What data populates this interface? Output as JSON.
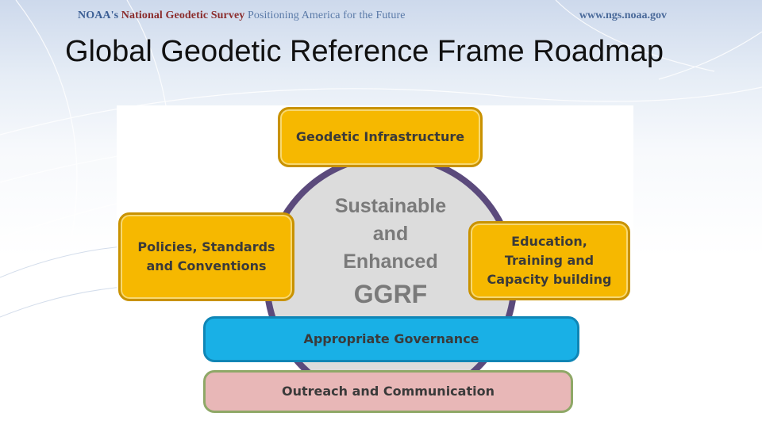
{
  "header": {
    "agency_prefix": "NOAA's",
    "agency_name": "National Geodetic Survey",
    "tagline": "Positioning America for the Future",
    "website": "www.ngs.noaa.gov"
  },
  "slide": {
    "title": "Global Geodetic Reference Frame Roadmap"
  },
  "diagram": {
    "center_lines": [
      "Sustainable",
      "and",
      "Enhanced",
      "GGRF"
    ],
    "boxes": {
      "geodetic": "Geodetic Infrastructure",
      "policies": [
        "Policies, Standards",
        "and Conventions"
      ],
      "education": [
        "Education,",
        "Training and",
        "Capacity building"
      ],
      "governance": "Appropriate Governance",
      "outreach": "Outreach and Communication"
    },
    "colors": {
      "gold": "#f6b800",
      "ring": "#5b4a7c",
      "governance": "#19b0e6",
      "outreach": "#e8b7b7"
    }
  }
}
